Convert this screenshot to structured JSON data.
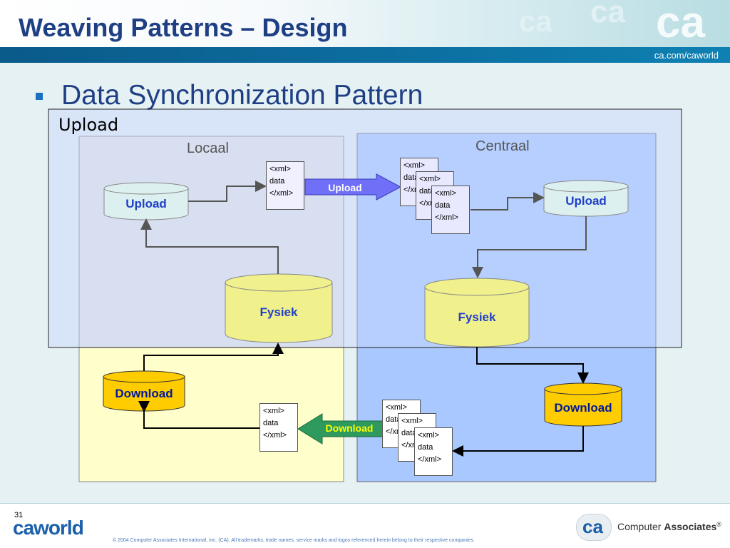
{
  "slide": {
    "title": "Weaving Patterns – Design",
    "url": "ca.com/caworld",
    "bullet": "Data Synchronization Pattern",
    "page_number": "31",
    "footer_logo": "caworld",
    "copyright": "© 2004 Computer Associates International, Inc. (CA). All trademarks, trade names, service marks and logos referenced herein belong to their respective companies.",
    "company_prefix": "Computer",
    "company_suffix": "Associates",
    "company_mark": "®",
    "ca_mark": "ca"
  },
  "diagram": {
    "overlay_label": "Upload",
    "local_label": "Locaal",
    "central_label": "Centraal",
    "local_upload_db": "Upload",
    "local_fysiek_db": "Fysiek",
    "local_download_db": "Download",
    "central_upload_db": "Upload",
    "central_fysiek_db": "Fysiek",
    "central_download_db": "Download",
    "upload_arrow_label": "Upload",
    "download_arrow_label": "Download",
    "xml_line1": "<xml>",
    "xml_line2": "data",
    "xml_line3": "</xml>"
  },
  "colors": {
    "title": "#1f3f85",
    "local_upload_bg": "#e6e6e6",
    "local_download_bg": "#ffffcc",
    "central_bg": "#a8c8ff",
    "overlay": "#c8d8ff",
    "upload_db": "#ddf0f0",
    "fysiek_db": "#f0f08c",
    "download_db": "#ffcc00",
    "upload_arrow": "#6f6ff7",
    "download_arrow": "#2e9a5e",
    "db_label_blue": "#1f3fc8"
  }
}
